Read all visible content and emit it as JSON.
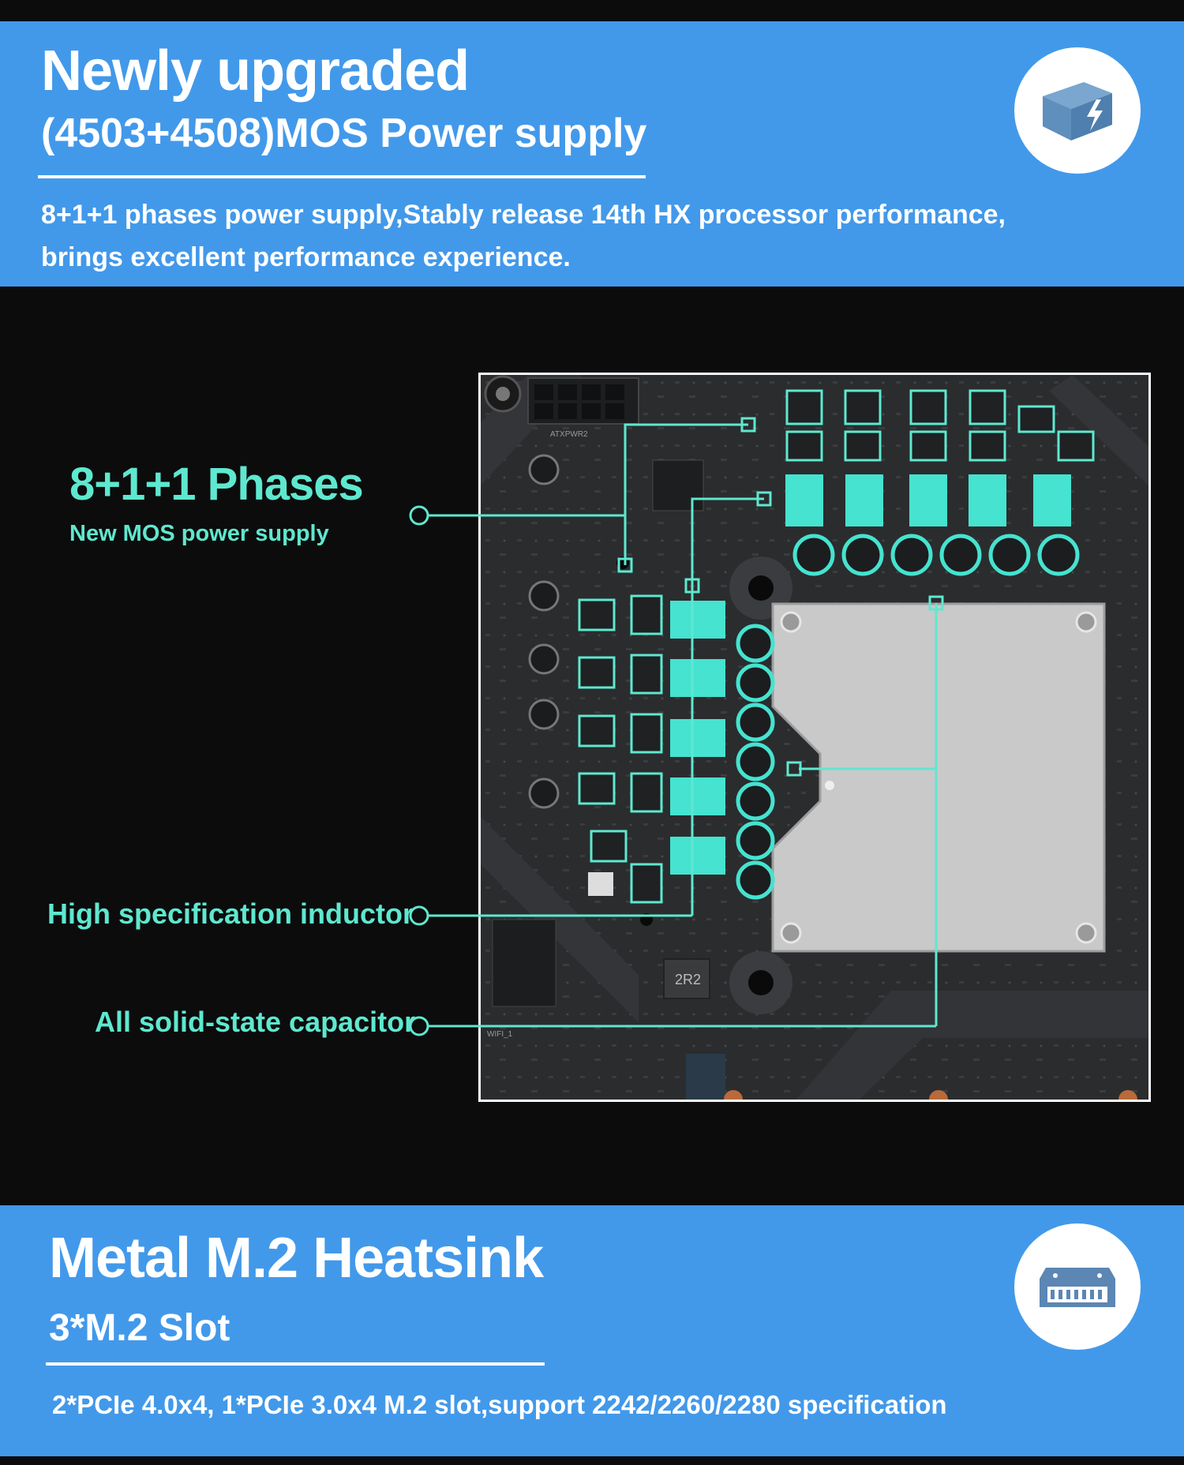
{
  "section1": {
    "title": "Newly upgraded",
    "subtitle": "(4503+4508)MOS Power supply",
    "desc_line1": "8+1+1 phases power supply,Stably release 14th HX processor performance,",
    "desc_line2": "brings excellent performance experience.",
    "icon": "power-box-icon"
  },
  "callouts": {
    "phases_title": "8+1+1 Phases",
    "phases_sub": "New MOS power supply",
    "inductor": "High specification inductor",
    "capacitor": "All solid-state capacitor"
  },
  "board": {
    "marking_atx": "ATXPWR2",
    "marking_2r2": "2R2",
    "marking_wifi": "WIFI_1"
  },
  "section2": {
    "title": "Metal M.2 Heatsink",
    "subtitle": "3*M.2 Slot",
    "desc": "2*PCIe 4.0x4, 1*PCIe 3.0x4 M.2 slot,support 2242/2260/2280 specification",
    "icon": "memory-module-icon"
  },
  "colors": {
    "band": "#4299ea",
    "accent": "#5ee8cf",
    "background": "#0c0c0c"
  }
}
